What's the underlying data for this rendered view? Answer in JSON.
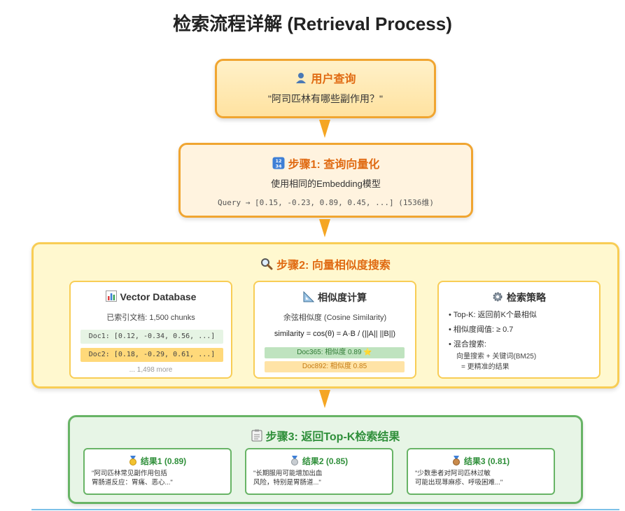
{
  "title": "检索流程详解 (Retrieval Process)",
  "query_box": {
    "icon": "user-icon",
    "title": "用户查询",
    "text": "\"阿司匹林有哪些副作用？\""
  },
  "step1": {
    "icon": "numbers-icon",
    "title": "步骤1: 查询向量化",
    "subtitle": "使用相同的Embedding模型",
    "code": "Query → [0.15, -0.23, 0.89, 0.45, ...] (1536维)"
  },
  "step2": {
    "icon": "magnifier-icon",
    "title": "步骤2: 向量相似度搜索",
    "vector_db": {
      "icon": "bar-chart-icon",
      "title": "Vector Database",
      "subtitle": "已索引文档: 1,500 chunks",
      "doc1": "Doc1: [0.12, -0.34, 0.56, ...]",
      "doc2": "Doc2: [0.18, -0.29, 0.61, ...]",
      "more": "... 1,498 more",
      "doc1_color": "#e6f4e4",
      "doc2_color": "#ffd97a"
    },
    "similarity": {
      "icon": "triangle-ruler-icon",
      "title": "相似度计算",
      "subtitle": "余弦相似度 (Cosine Similarity)",
      "formula": "similarity = cos(θ) = A·B / (||A|| ||B||)",
      "result1": "Doc365: 相似度 0.89 ⭐",
      "result2": "Doc892: 相似度 0.85",
      "result1_color": "#bfe3bf",
      "result2_color": "#ffe3a6"
    },
    "strategy": {
      "icon": "gear-icon",
      "title": "检索策略",
      "items": [
        "• Top-K: 返回前K个最相似",
        "• 相似度阈值: ≥ 0.7",
        "• 混合搜索:"
      ],
      "sub1": "向量搜索 + 关键词(BM25)",
      "sub2": "= 更精准的结果"
    }
  },
  "step3": {
    "icon": "clipboard-icon",
    "title": "步骤3: 返回Top-K检索结果",
    "results": [
      {
        "medal": "gold-medal-icon",
        "title": "结果1 (0.89)",
        "line1": "\"阿司匹林常见副作用包括",
        "line2": "胃肠道反应：胃痛、恶心...\""
      },
      {
        "medal": "silver-medal-icon",
        "title": "结果2 (0.85)",
        "line1": "\"长期服用可能增加出血",
        "line2": "风险，特别是胃肠道...\""
      },
      {
        "medal": "bronze-medal-icon",
        "title": "结果3 (0.81)",
        "line1": "\"少数患者对阿司匹林过敏",
        "line2": "可能出现荨麻疹、呼吸困难...\""
      }
    ]
  },
  "colors": {
    "accent_orange": "#f0a531",
    "accent_yellow": "#f8cd55",
    "accent_green": "#68b466",
    "title_orange": "#e06a12",
    "title_green": "#2f8f3a"
  }
}
